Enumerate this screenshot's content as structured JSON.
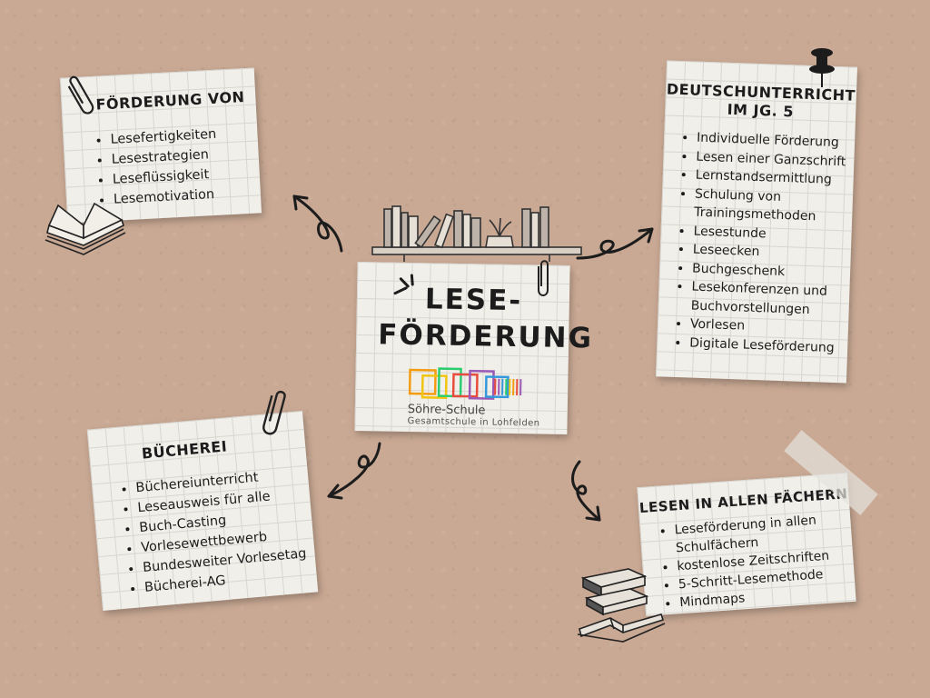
{
  "center": {
    "title_line1": "LESE-",
    "title_line2": "FÖRDERUNG",
    "school_name": "Söhre-Schule",
    "school_subtitle": "Gesamtschule in Lohfelden"
  },
  "notes": {
    "foerderung": {
      "title": "FÖRDERUNG VON",
      "items": [
        "Lesefertigkeiten",
        "Lesestrategien",
        "Leseflüssigkeit",
        "Lesemotivation"
      ]
    },
    "deutsch": {
      "title_line1": "DEUTSCHUNTERRICHT",
      "title_line2": "IM JG. 5",
      "items": [
        "Individuelle Förderung",
        "Lesen einer Ganzschrift",
        "Lernstandsermittlung",
        "Schulung von Trainingsmethoden",
        "Lesestunde",
        "Leseecken",
        "Buchgeschenk",
        "Lesekonferenzen und Buchvorstellungen",
        "Vorlesen",
        "Digitale Leseförderung"
      ]
    },
    "buecherei": {
      "title": "BÜCHEREI",
      "items": [
        "Büchereiunterricht",
        "Leseausweis für alle",
        "Buch-Casting",
        "Vorlesewettbewerb",
        "Bundesweiter Vorlesetag",
        "Bücherei-AG"
      ]
    },
    "faecher": {
      "title": "LESEN IN ALLEN FÄCHERN",
      "items": [
        "Leseförderung in allen Schulfächern",
        "kostenlose Zeitschriften",
        "5-Schritt-Lesemethode",
        "Mindmaps"
      ]
    }
  },
  "colors": {
    "background": "#c9a994",
    "paper": "#f1efe9",
    "ink": "#1c1c1c",
    "logo": [
      "#f39c12",
      "#f1c40f",
      "#2ecc71",
      "#e74c3c",
      "#9b59b6",
      "#3498db"
    ]
  },
  "icons": [
    "paperclip-icon",
    "pushpin-icon",
    "tape-icon",
    "open-book-icon",
    "book-stack-icon",
    "bookshelf-icon",
    "curly-arrow-icon"
  ]
}
